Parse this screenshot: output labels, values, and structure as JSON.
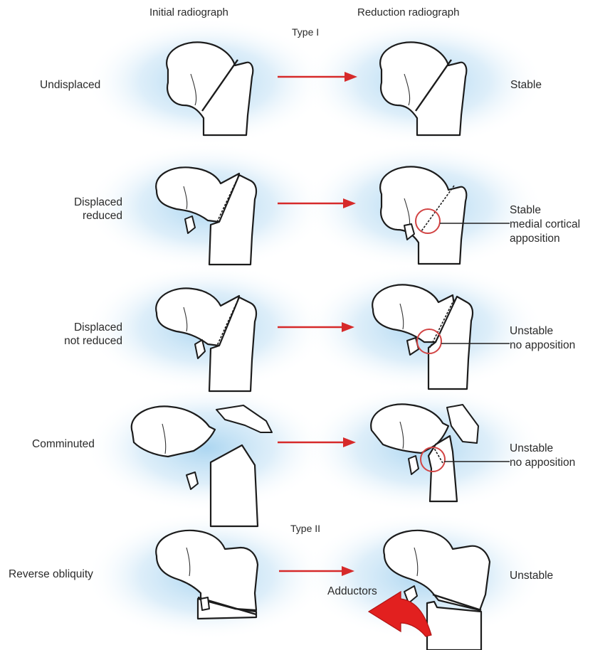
{
  "headers": {
    "initial": "Initial radiograph",
    "reduction": "Reduction radiograph"
  },
  "types": {
    "type1": "Type I",
    "type2": "Type II"
  },
  "rows": {
    "undisplaced": {
      "label": [
        "Undisplaced"
      ],
      "outcome": [
        "Stable"
      ]
    },
    "displaced_reduced": {
      "label": [
        "Displaced",
        "reduced"
      ],
      "outcome": [
        "Stable",
        "medial cortical",
        "apposition"
      ]
    },
    "displaced_not_reduced": {
      "label": [
        "Displaced",
        "not reduced"
      ],
      "outcome": [
        "Unstable",
        "no apposition"
      ]
    },
    "comminuted": {
      "label": [
        "Comminuted"
      ],
      "outcome": [
        "Unstable",
        "no apposition"
      ]
    },
    "reverse_obliquity": {
      "label": [
        "Reverse obliquity"
      ],
      "outcome": [
        "Unstable"
      ],
      "annotation": "Adductors"
    }
  },
  "colors": {
    "arrow": "#d62a2a",
    "glow": "#a8d4f0",
    "adductor_arrow": "#e2201f",
    "marker_circle": "#d24444"
  }
}
